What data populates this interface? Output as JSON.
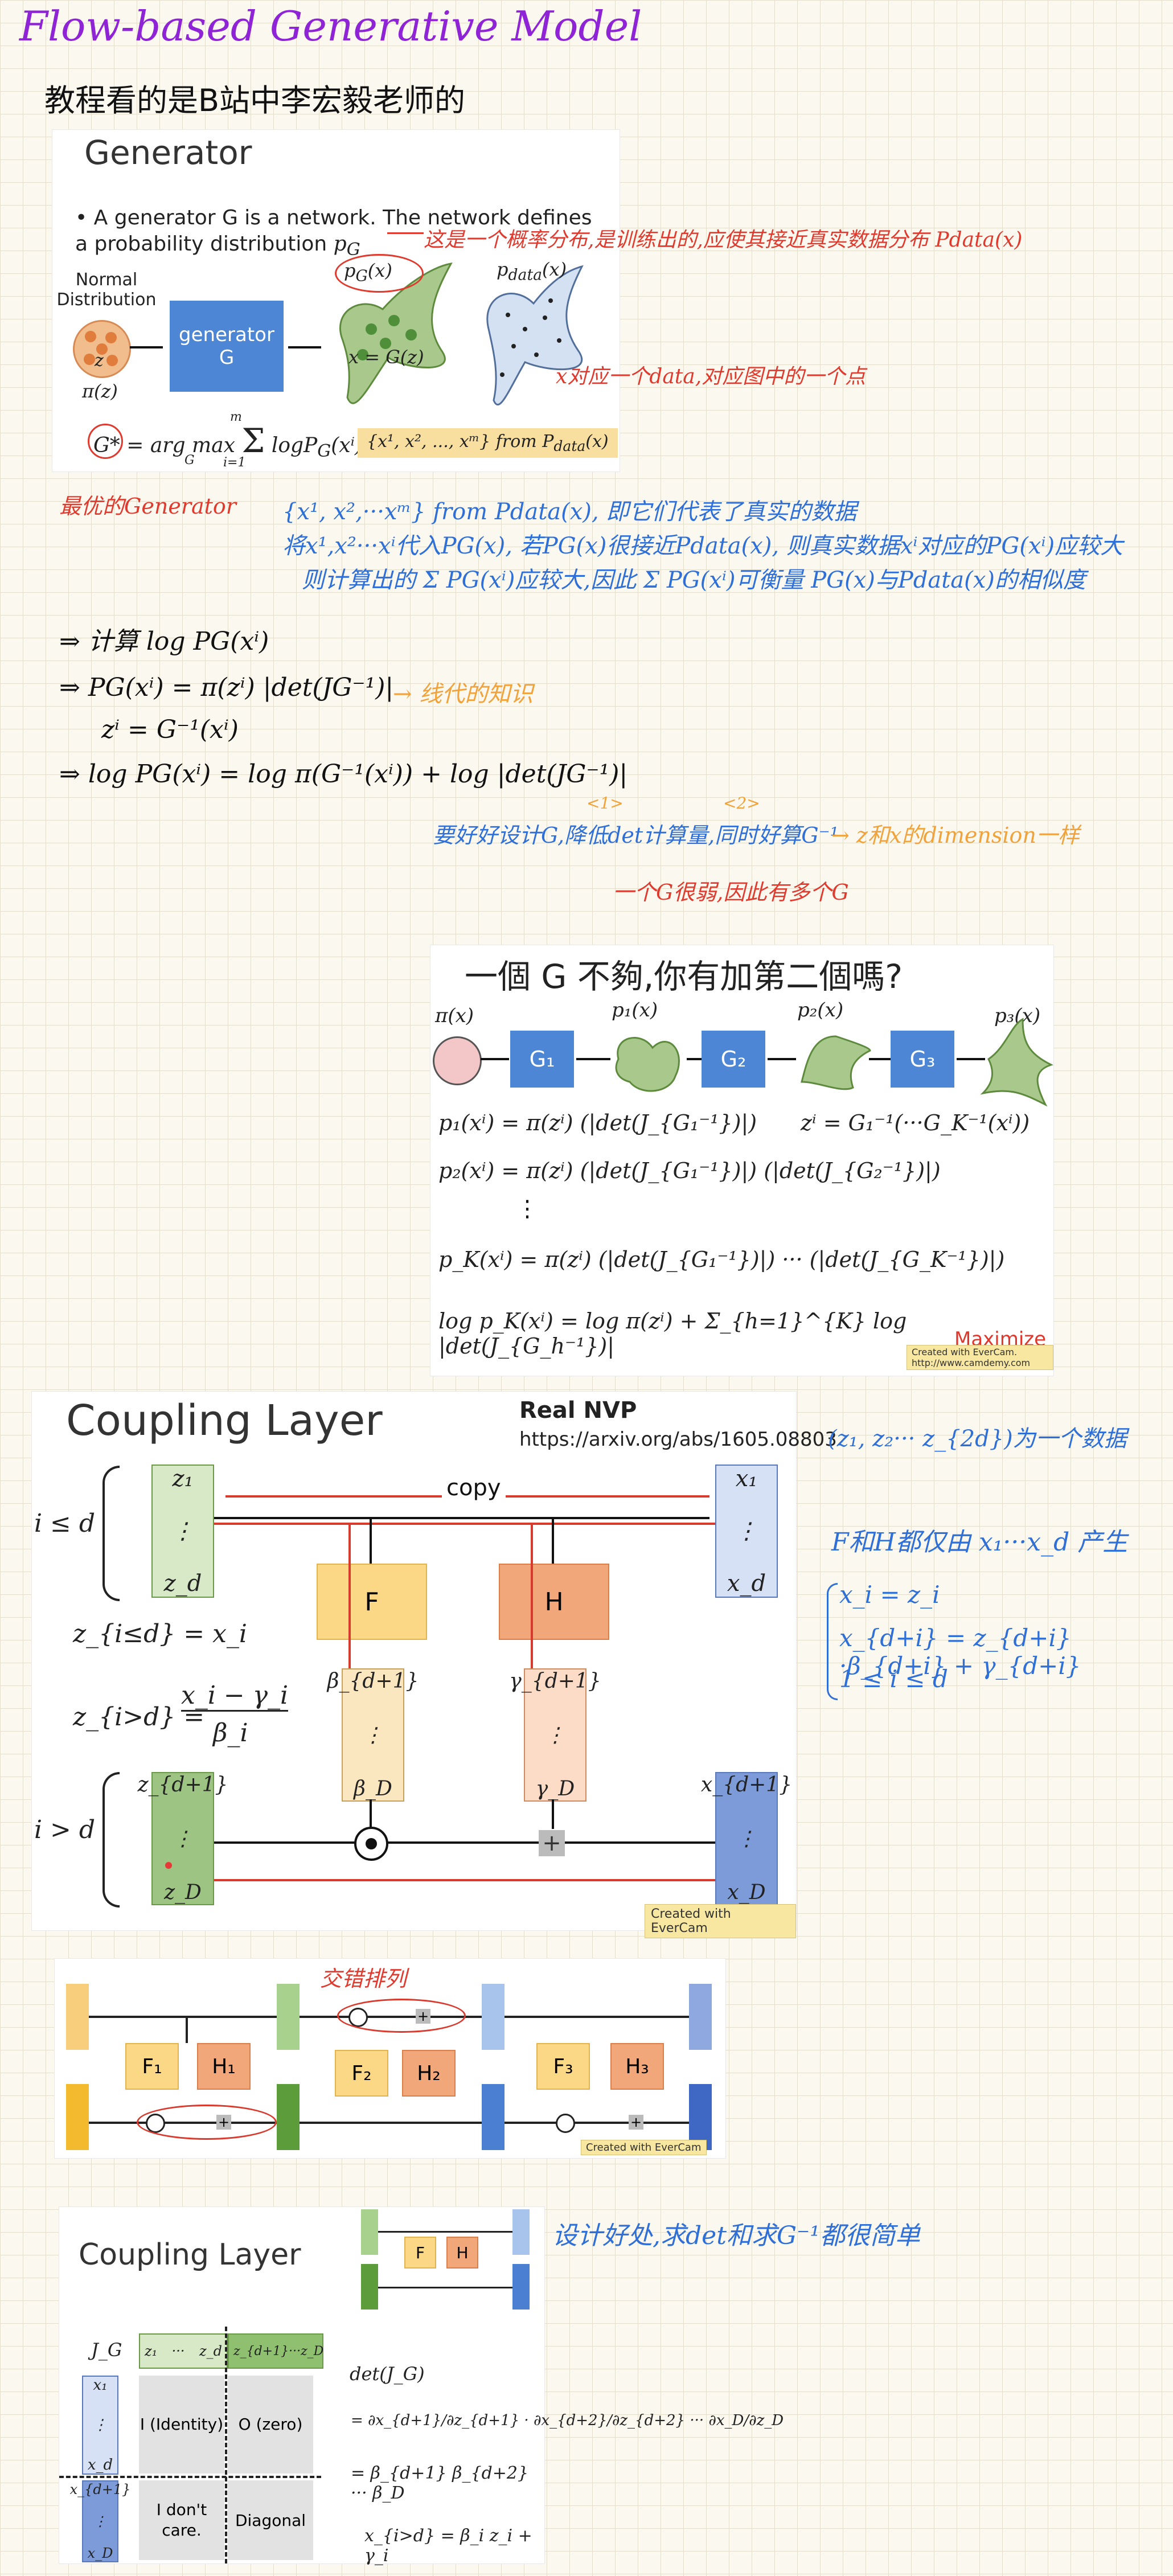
{
  "page_title": "Flow-based Generative Model",
  "subtitle": "教程看的是B站中李宏毅老师的",
  "generator_slide": {
    "heading": "Generator",
    "bullet": "• A generator G is a network. The network defines a probability distribution",
    "bullet_sym": "p",
    "bullet_sub": "G",
    "normal_distribution": "Normal Distribution",
    "z": "z",
    "pi_z": "π(z)",
    "generator_box": "generator G",
    "pg_label": "p",
    "pg_sub": "G",
    "pg_arg": "(x)",
    "x_eq": "x = G(z)",
    "pdata_label": "p",
    "pdata_sub": "data",
    "pdata_arg": "(x)",
    "formula": "G* = arg max Σ log P(x)",
    "g_star": "G*",
    "arg_max": "= arg max",
    "argmax_under": "G",
    "sum_upper": "m",
    "sum_lower": "i=1",
    "log_term": "logP",
    "log_sub": "G",
    "log_arg": "(xⁱ)",
    "sample_box": "{x¹, x², ..., xᵐ} from P",
    "sample_sub": "data",
    "sample_arg": "(x)"
  },
  "annotations": {
    "prob_dist_note": "这是一个概率分布,是训练出的,应使其接近真实数据分布 Pdata(x)",
    "x_note": "x对应一个data,对应图中的一个点",
    "best_gen": "最优的Generator",
    "blue_1": "{x¹, x²,···xᵐ} from Pdata(x), 即它们代表了真实的数据",
    "blue_2": "将x¹,x²···xⁱ代入PG(x), 若PG(x)很接近Pdata(x), 则真实数据xⁱ对应的PG(xⁱ)应较大",
    "blue_3": "则计算出的 Σ PG(xⁱ)应较大,因此 Σ PG(xⁱ)可衡量 PG(x)与Pdata(x)的相似度",
    "deriv_1": "⇒ 计算 log PG(xⁱ)",
    "deriv_2": "⇒ PG(xⁱ) = π(zⁱ) |det(JG⁻¹)|",
    "deriv_3": "zⁱ = G⁻¹(xⁱ)",
    "deriv_4": "⇒ log PG(xⁱ) = log π(G⁻¹(xⁱ)) + log |det(JG⁻¹)|",
    "linear_algebra": "→ 线代的知识",
    "design_note": "要好好设计G,降低det计算量,同时好算G⁻¹",
    "z_x_dim": "→ z和x的dimension一样",
    "one_g_weak": "一个G很弱,因此有多个G",
    "q1": "<1>",
    "q2": "<2>"
  },
  "multi_g_slide": {
    "title": "一個 G 不夠,你有加第二個嗎?",
    "pi_x": "π(x)",
    "p1_x": "p₁(x)",
    "p2_x": "p₂(x)",
    "p3_x": "p₃(x)",
    "g1": "G₁",
    "g2": "G₂",
    "g3": "G₃",
    "eq1": "p₁(xⁱ) = π(zⁱ) (|det(J_{G₁⁻¹})|)",
    "eq_z": "zⁱ = G₁⁻¹(···G_K⁻¹(xⁱ))",
    "eq2": "p₂(xⁱ) = π(zⁱ) (|det(J_{G₁⁻¹})|) (|det(J_{G₂⁻¹})|)",
    "vdots": "⋮",
    "eq3": "p_K(xⁱ) = π(zⁱ) (|det(J_{G₁⁻¹})|) ··· (|det(J_{G_K⁻¹})|)",
    "eq4": "log p_K(xⁱ) = log π(zⁱ) + Σ_{h=1}^{K} log |det(J_{G_h⁻¹})|",
    "maximize": "Maximize",
    "evercam": "Created with EverCam. http://www.camdemy.com"
  },
  "coupling_slide": {
    "title": "Coupling Layer",
    "real_nvp": "Real NVP",
    "url": "https://arxiv.org/abs/1605.08803",
    "i_le_d": "i ≤ d",
    "i_gt_d": "i > d",
    "copy": "copy",
    "F": "F",
    "H": "H",
    "z1": "z₁",
    "zd": "z_d",
    "zd1": "z_{d+1}",
    "zD": "z_D",
    "x1": "x₁",
    "xd": "x_d",
    "xd1": "x_{d+1}",
    "xD": "x_D",
    "beta_d1": "β_{d+1}",
    "beta_D": "β_D",
    "gamma_d1": "γ_{d+1}",
    "gamma_D": "γ_D",
    "eq1": "z_{i≤d} = x_i",
    "eq2_left": "z_{i>d} =",
    "eq2_num": "x_i − γ_i",
    "eq2_den": "β_i",
    "evercam": "Created with EverCam"
  },
  "right_notes": {
    "n1": "(z₁, z₂··· z_{2d})为一个数据",
    "n2": "F和H都仅由 x₁···x_d 产生",
    "n3": "x_i = z_i",
    "n4": "x_{d+i} = z_{d+i}·β_{d+i} + γ_{d+i}",
    "n5": "1 ≤ i ≤ d"
  },
  "stack_slide": {
    "note": "交错排列",
    "F1": "F₁",
    "H1": "H₁",
    "F2": "F₂",
    "H2": "H₂",
    "F3": "F₃",
    "H3": "H₃",
    "evercam": "Created with EverCam"
  },
  "bottom_slide": {
    "title": "Coupling Layer",
    "F": "F",
    "H": "H",
    "jg": "J_G",
    "z1": "z₁",
    "zd": "z_d",
    "zd1": "z_{d+1}",
    "zD": "z_D",
    "x1": "x₁",
    "xd": "x_d",
    "xd1": "x_{d+1}",
    "xD": "x_D",
    "identity": "I (Identity)",
    "zero": "O (zero)",
    "dont_care": "I don't care.",
    "diagonal": "Diagonal",
    "det": "det(J_G)",
    "eq1": "= ∂x_{d+1}/∂z_{d+1} · ∂x_{d+2}/∂z_{d+2} ··· ∂x_D/∂z_D",
    "eq2": "= β_{d+1} β_{d+2} ··· β_D",
    "eq3": "x_{i>d} = β_i z_i + γ_i",
    "note": "设计好处,求det和求G⁻¹都很简单"
  }
}
